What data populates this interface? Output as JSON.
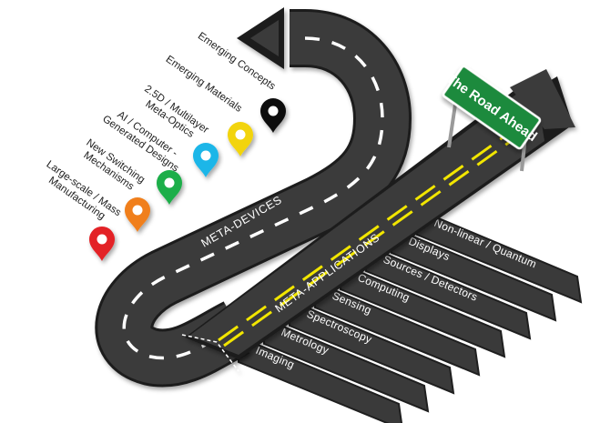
{
  "sign": {
    "text": "The Road Ahead",
    "color": "#1d8a3c"
  },
  "road": {
    "color": "#3a3a3a",
    "edge_color": "#1f1f1f",
    "dash_color": "#ffffff",
    "center_line_color": "#f2e600",
    "meta_devices_label": "META-DEVICES",
    "meta_applications_label": "META-APPLICATIONS"
  },
  "pins": [
    {
      "label_lines": [
        "Large-scale / Mass",
        "Manufacturing"
      ],
      "color": "#e32127",
      "icon": "map-pin-icon"
    },
    {
      "label_lines": [
        "New Switching",
        "Mechanisms"
      ],
      "color": "#f07f1a",
      "icon": "map-pin-icon"
    },
    {
      "label_lines": [
        "AI / Computer -",
        "Generated Designs"
      ],
      "color": "#1cae4a",
      "icon": "map-pin-icon"
    },
    {
      "label_lines": [
        "2.5D / Multilayer",
        "Meta-Optics"
      ],
      "color": "#1eb6e8",
      "icon": "map-pin-icon"
    },
    {
      "label_lines": [
        "Emerging Materials"
      ],
      "color": "#f2d40f",
      "icon": "map-pin-icon"
    },
    {
      "label_lines": [
        "Emerging Concepts"
      ],
      "color": "#111111",
      "icon": "map-pin-icon"
    }
  ],
  "branches": [
    {
      "label": "Imaging"
    },
    {
      "label": "Metrology"
    },
    {
      "label": "Spectroscopy"
    },
    {
      "label": "Sensing"
    },
    {
      "label": "Computing"
    },
    {
      "label": "Sources / Detectors"
    },
    {
      "label": "Displays"
    },
    {
      "label": "Non-linear / Quantum"
    }
  ]
}
